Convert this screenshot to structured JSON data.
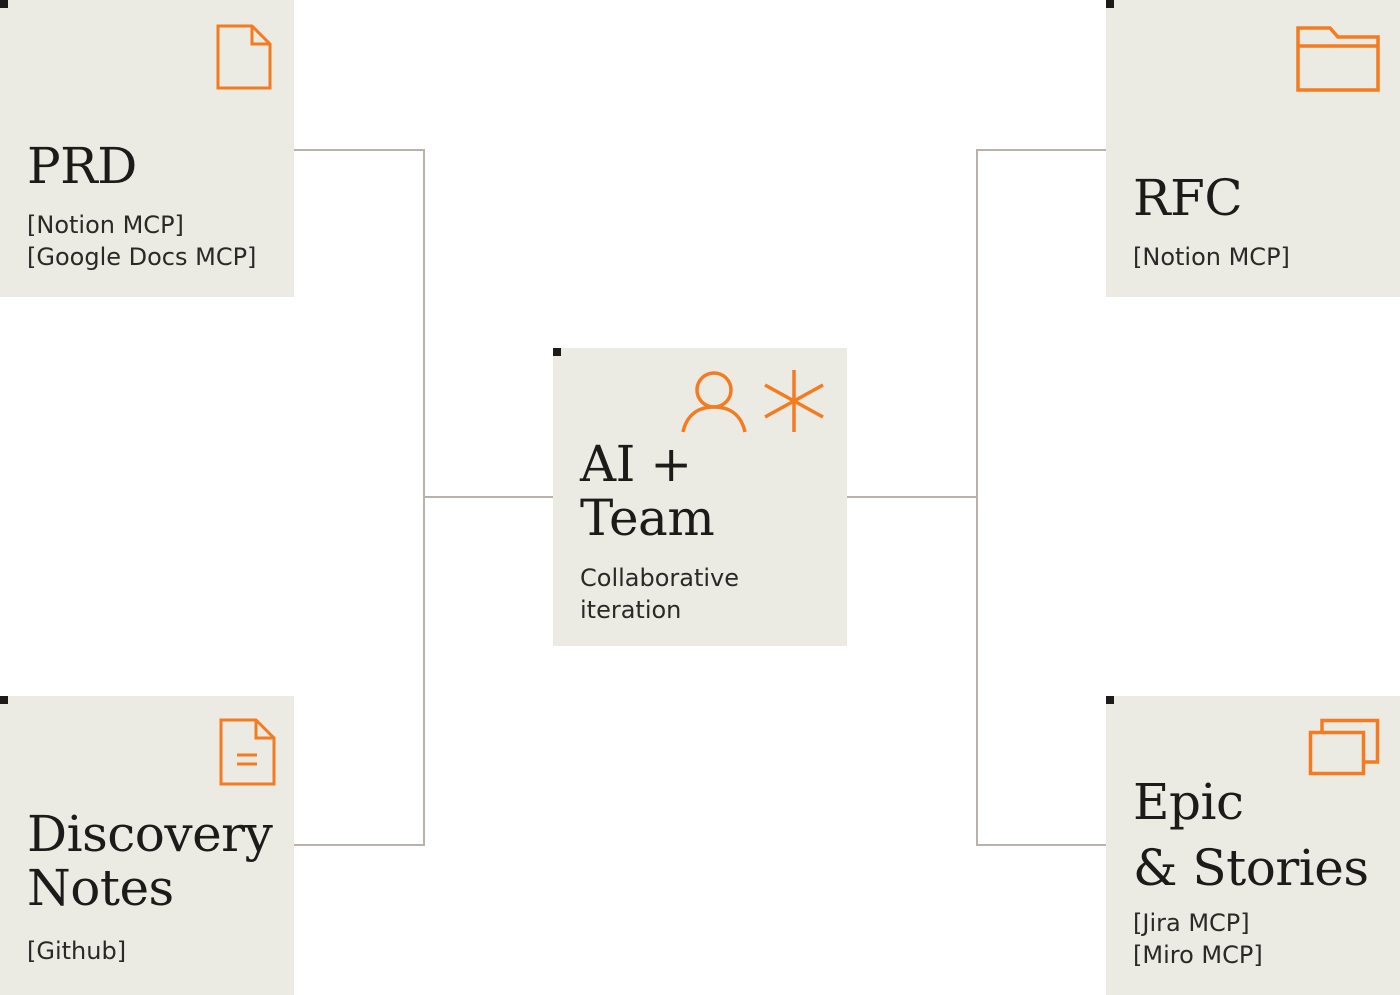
{
  "colors": {
    "card_bg": "#ebeae3",
    "accent": "#f47b20",
    "line": "#b9b2aa",
    "text": "#1d1b1a"
  },
  "center": {
    "title_line1": "AI +",
    "title_line2": "Team",
    "subtitle_line1": "Collaborative",
    "subtitle_line2": "iteration",
    "icons": [
      "person-icon",
      "asterisk-icon"
    ]
  },
  "prd": {
    "title": "PRD",
    "sources": [
      "[Notion MCP]",
      "[Google Docs MCP]"
    ],
    "icon": "document-icon"
  },
  "discovery": {
    "title_line1": "Discovery",
    "title_line2": "Notes",
    "sources": [
      "[Github]"
    ],
    "icon": "text-document-icon"
  },
  "rfc": {
    "title": "RFC",
    "sources": [
      "[Notion MCP]"
    ],
    "icon": "folder-icon"
  },
  "epic": {
    "title_line1": "Epic",
    "title_line2": "& Stories",
    "sources": [
      "[Jira MCP]",
      "[Miro MCP]"
    ],
    "icon": "stacked-windows-icon"
  }
}
